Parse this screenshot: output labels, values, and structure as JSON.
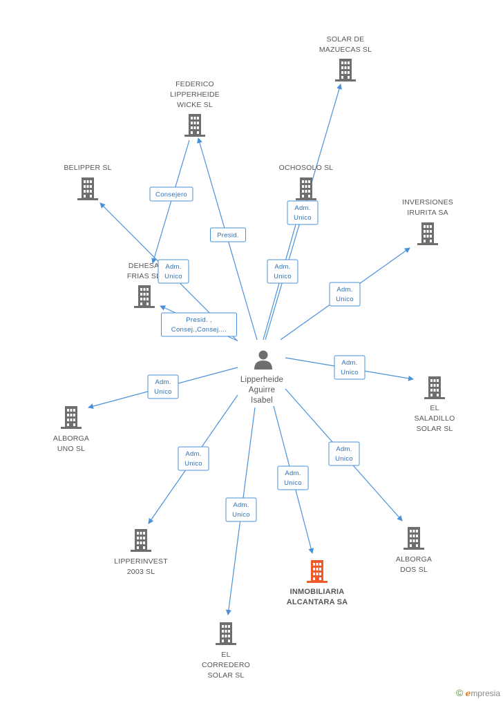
{
  "colors": {
    "edge": "#4a90d9",
    "company_icon": "#6e6e6e",
    "focus_icon": "#f05a28",
    "person_icon": "#6e6e6e"
  },
  "center": {
    "name_lines": [
      "Lipperheide",
      "Aguirre",
      "Isabel"
    ],
    "icon": "person-icon"
  },
  "companies": [
    {
      "id": "solar-de-mazuecas",
      "lines": [
        "SOLAR DE",
        "MAZUECAS  SL"
      ],
      "icon": "building-icon"
    },
    {
      "id": "federico-lipperheide",
      "lines": [
        "FEDERICO",
        "LIPPERHEIDE",
        "WICKE  SL"
      ],
      "icon": "building-icon"
    },
    {
      "id": "belipper",
      "lines": [
        "BELIPPER SL"
      ],
      "icon": "building-icon"
    },
    {
      "id": "ochosolo",
      "lines": [
        "OCHOSOLO SL"
      ],
      "icon": "building-icon"
    },
    {
      "id": "inversiones-irurita",
      "lines": [
        "INVERSIONES",
        "IRURITA SA"
      ],
      "icon": "building-icon"
    },
    {
      "id": "dehesa-frias",
      "lines": [
        "DEHESA",
        "FRIAS SL"
      ],
      "icon": "building-icon"
    },
    {
      "id": "alborga-uno",
      "lines": [
        "ALBORGA",
        "UNO  SL"
      ],
      "icon": "building-icon"
    },
    {
      "id": "el-saladillo-solar",
      "lines": [
        "EL",
        "SALADILLO",
        "SOLAR  SL"
      ],
      "icon": "building-icon"
    },
    {
      "id": "lipperinvest-2003",
      "lines": [
        "LIPPERINVEST",
        "2003 SL"
      ],
      "icon": "building-icon"
    },
    {
      "id": "inmobiliaria-alcantara",
      "lines": [
        "INMOBILIARIA",
        "ALCANTARA SA"
      ],
      "icon": "building-icon",
      "focus": true
    },
    {
      "id": "alborga-dos",
      "lines": [
        "ALBORGA",
        "DOS  SL"
      ],
      "icon": "building-icon"
    },
    {
      "id": "el-corredero-solar",
      "lines": [
        "EL",
        "CORREDERO",
        "SOLAR  SL"
      ],
      "icon": "building-icon"
    }
  ],
  "relations": [
    {
      "to": "solar-de-mazuecas",
      "label": [
        "Adm.",
        "Unico"
      ]
    },
    {
      "to": "federico-lipperheide",
      "label": [
        "Presid."
      ]
    },
    {
      "to": "belipper",
      "label": [
        "Adm.",
        "Unico"
      ]
    },
    {
      "to": "ochosolo",
      "label": [
        "Adm.",
        "Unico"
      ]
    },
    {
      "to": "inversiones-irurita",
      "label": [
        "Adm.",
        "Unico"
      ]
    },
    {
      "to": "dehesa-frias",
      "label": [
        "Presid. ,",
        "Consej.,Consej...."
      ]
    },
    {
      "to": "alborga-uno",
      "label": [
        "Adm.",
        "Unico"
      ]
    },
    {
      "to": "el-saladillo-solar",
      "label": [
        "Adm.",
        "Unico"
      ]
    },
    {
      "to": "lipperinvest-2003",
      "label": [
        "Adm.",
        "Unico"
      ]
    },
    {
      "to": "inmobiliaria-alcantara",
      "label": [
        "Adm.",
        "Unico"
      ]
    },
    {
      "to": "alborga-dos",
      "label": [
        "Adm.",
        "Unico"
      ]
    },
    {
      "to": "el-corredero-solar",
      "label": [
        "Adm.",
        "Unico"
      ]
    },
    {
      "from": "federico-lipperheide",
      "to": "dehesa-frias",
      "label": [
        "Consejero"
      ]
    }
  ],
  "footer": {
    "copyright": "©",
    "brand_initial": "e",
    "brand_rest": "mpresia"
  }
}
